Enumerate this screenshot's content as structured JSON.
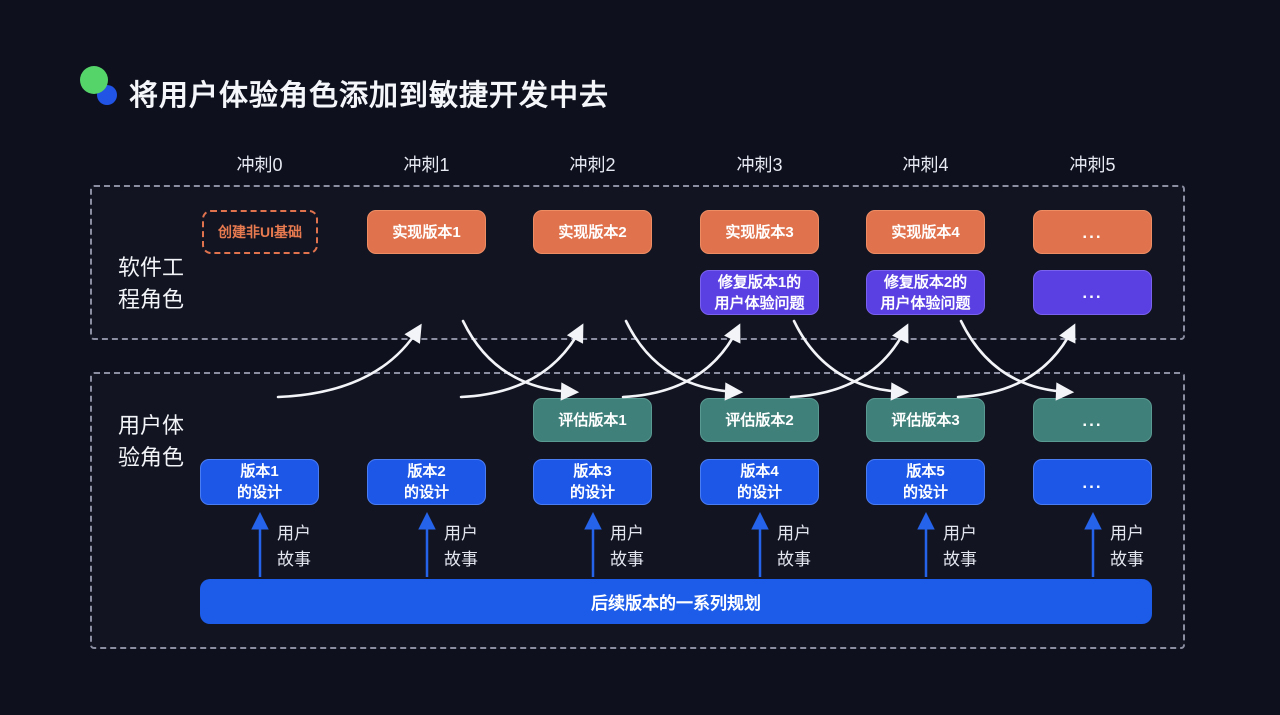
{
  "title": "将用户体验角色添加到敏捷开发中去",
  "columns": [
    "冲刺0",
    "冲刺1",
    "冲刺2",
    "冲刺3",
    "冲刺4",
    "冲刺5"
  ],
  "eng_section": {
    "label": "软件工\n程角色",
    "implement_row": [
      "创建非UI基础",
      "实现版本1",
      "实现版本2",
      "实现版本3",
      "实现版本4",
      "..."
    ],
    "fix_row": [
      "修复版本1的\n用户体验问题",
      "修复版本2的\n用户体验问题",
      "..."
    ]
  },
  "ux_section": {
    "label": "用户体\n验角色",
    "evaluate_row": [
      "评估版本1",
      "评估版本2",
      "评估版本3",
      "..."
    ],
    "design_row": [
      "版本1\n的设计",
      "版本2\n的设计",
      "版本3\n的设计",
      "版本4\n的设计",
      "版本5\n的设计",
      "..."
    ],
    "user_story_label": "用户\n故事",
    "plan_bar": "后续版本的一系列规划"
  },
  "colors": {
    "background": "#0e101d",
    "implement_orange": "#e0734e",
    "fix_purple": "#5a3fe2",
    "evaluate_teal": "#40807a",
    "design_blue": "#1d57e8",
    "flow_arrow_white": "#f2f4f8",
    "user_story_arrow_blue": "#2563ea",
    "section_dash_gray": "#8a8ea0",
    "title_dot_green": "#55d46a",
    "title_dot_blue": "#2154e4"
  }
}
